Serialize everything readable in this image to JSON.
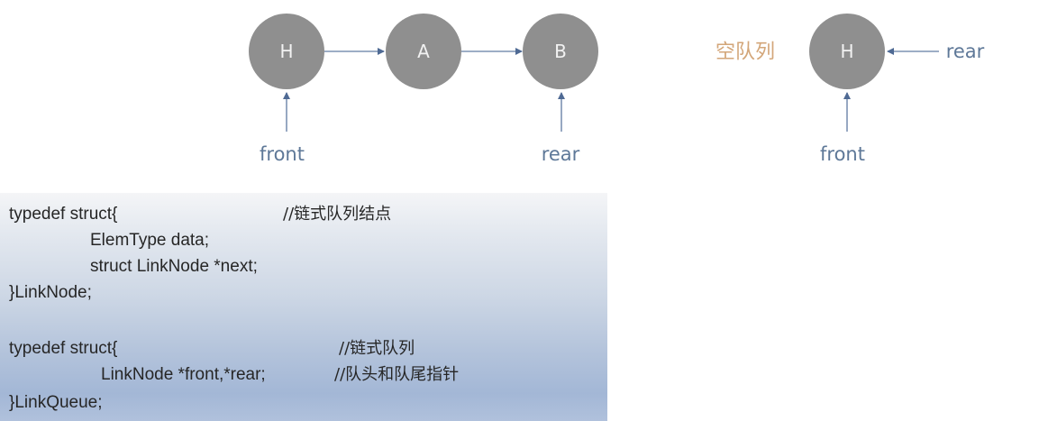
{
  "colors": {
    "node_fill": "#8f8f8f",
    "node_text": "#f2f2f2",
    "arrow": "#7d93b3",
    "pointer_label": "#5e7898",
    "empty_label": "#d3a679",
    "code_text": "#262626"
  },
  "queue_diagram": {
    "nodes": [
      {
        "label": "H"
      },
      {
        "label": "A"
      },
      {
        "label": "B"
      }
    ],
    "front_label": "front",
    "rear_label": "rear"
  },
  "empty_queue_diagram": {
    "title": "空队列",
    "node": {
      "label": "H"
    },
    "front_label": "front",
    "rear_label": "rear"
  },
  "code": {
    "link_node": {
      "line1": "typedef struct{",
      "comment1": "//链式队列结点",
      "line2": "ElemType data;",
      "line3": "struct LinkNode *next;",
      "line4": "}LinkNode;"
    },
    "link_queue": {
      "line1": "typedef struct{",
      "comment1": "//链式队列",
      "line2": "LinkNode *front,*rear;",
      "comment2": "//队头和队尾指针",
      "line3": "}LinkQueue;"
    }
  }
}
